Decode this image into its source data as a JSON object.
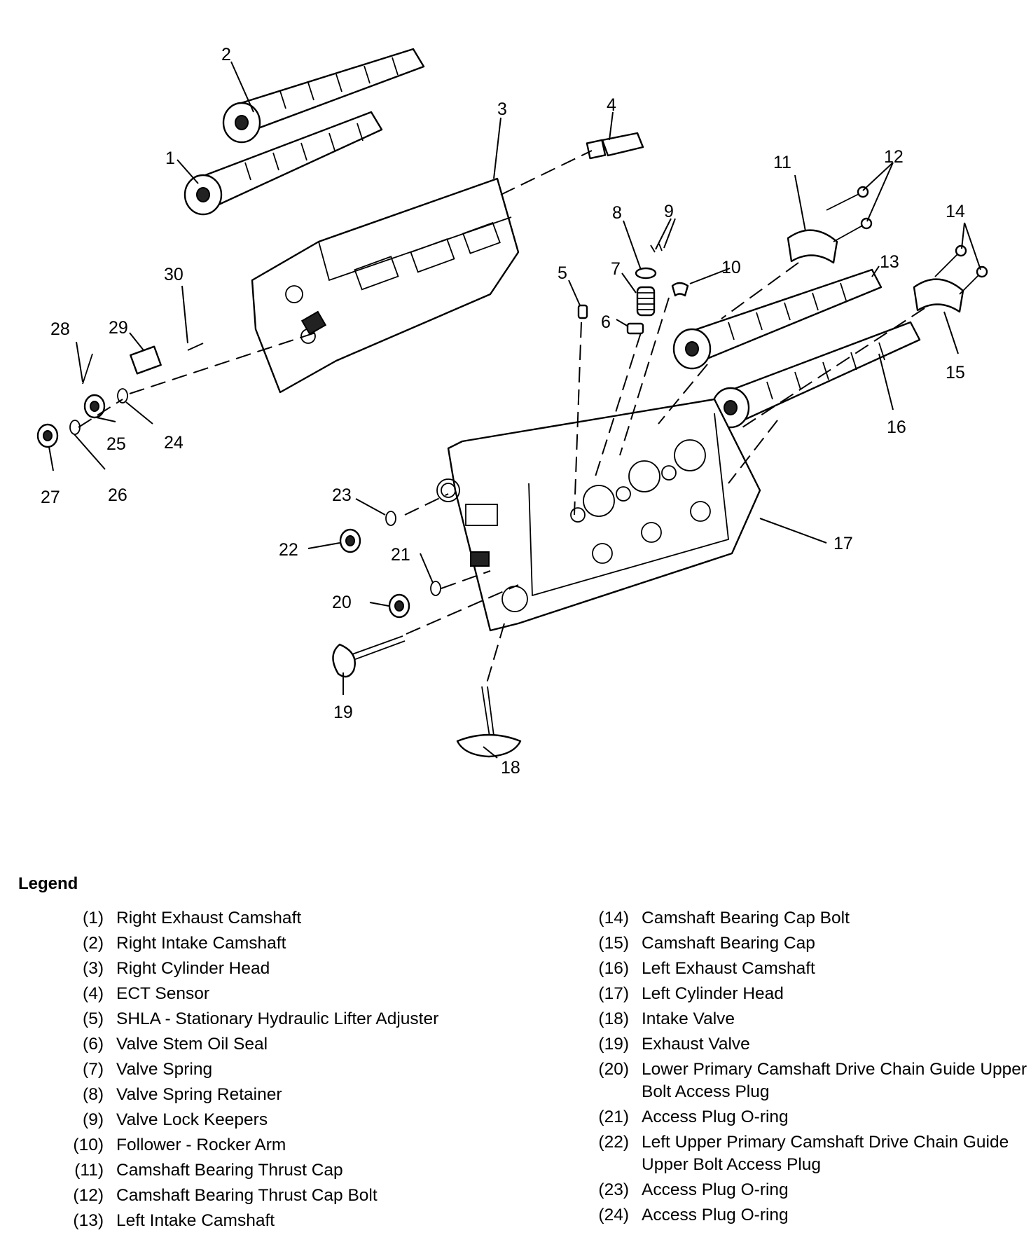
{
  "callouts": [
    {
      "num": "1"
    },
    {
      "num": "2"
    },
    {
      "num": "3"
    },
    {
      "num": "4"
    },
    {
      "num": "5"
    },
    {
      "num": "6"
    },
    {
      "num": "7"
    },
    {
      "num": "8"
    },
    {
      "num": "9"
    },
    {
      "num": "10"
    },
    {
      "num": "11"
    },
    {
      "num": "12"
    },
    {
      "num": "13"
    },
    {
      "num": "14"
    },
    {
      "num": "15"
    },
    {
      "num": "16"
    },
    {
      "num": "17"
    },
    {
      "num": "18"
    },
    {
      "num": "19"
    },
    {
      "num": "20"
    },
    {
      "num": "21"
    },
    {
      "num": "22"
    },
    {
      "num": "23"
    },
    {
      "num": "24"
    },
    {
      "num": "25"
    },
    {
      "num": "26"
    },
    {
      "num": "27"
    },
    {
      "num": "28"
    },
    {
      "num": "29"
    },
    {
      "num": "30"
    }
  ],
  "legend": {
    "title": "Legend",
    "left": [
      {
        "num": "(1)",
        "text": "Right Exhaust Camshaft"
      },
      {
        "num": "(2)",
        "text": "Right Intake Camshaft"
      },
      {
        "num": "(3)",
        "text": "Right Cylinder Head"
      },
      {
        "num": "(4)",
        "text": "ECT Sensor"
      },
      {
        "num": "(5)",
        "text": "SHLA - Stationary Hydraulic Lifter Adjuster"
      },
      {
        "num": "(6)",
        "text": "Valve Stem Oil Seal"
      },
      {
        "num": "(7)",
        "text": "Valve Spring"
      },
      {
        "num": "(8)",
        "text": "Valve Spring Retainer"
      },
      {
        "num": "(9)",
        "text": "Valve Lock Keepers"
      },
      {
        "num": "(10)",
        "text": "Follower - Rocker Arm"
      },
      {
        "num": "(11)",
        "text": "Camshaft Bearing Thrust Cap"
      },
      {
        "num": "(12)",
        "text": "Camshaft Bearing Thrust Cap Bolt"
      },
      {
        "num": "(13)",
        "text": "Left Intake Camshaft"
      }
    ],
    "right": [
      {
        "num": "(14)",
        "text": "Camshaft Bearing Cap Bolt"
      },
      {
        "num": "(15)",
        "text": "Camshaft Bearing Cap"
      },
      {
        "num": "(16)",
        "text": "Left Exhaust Camshaft"
      },
      {
        "num": "(17)",
        "text": "Left Cylinder Head"
      },
      {
        "num": "(18)",
        "text": "Intake Valve"
      },
      {
        "num": "(19)",
        "text": "Exhaust Valve"
      },
      {
        "num": "(20)",
        "text": "Lower Primary Camshaft Drive Chain Guide Upper Bolt Access Plug"
      },
      {
        "num": "(21)",
        "text": "Access Plug O-ring"
      },
      {
        "num": "(22)",
        "text": "Left Upper Primary Camshaft Drive Chain Guide Upper Bolt Access Plug"
      },
      {
        "num": "(23)",
        "text": "Access Plug O-ring"
      },
      {
        "num": "(24)",
        "text": "Access Plug O-ring"
      }
    ]
  }
}
